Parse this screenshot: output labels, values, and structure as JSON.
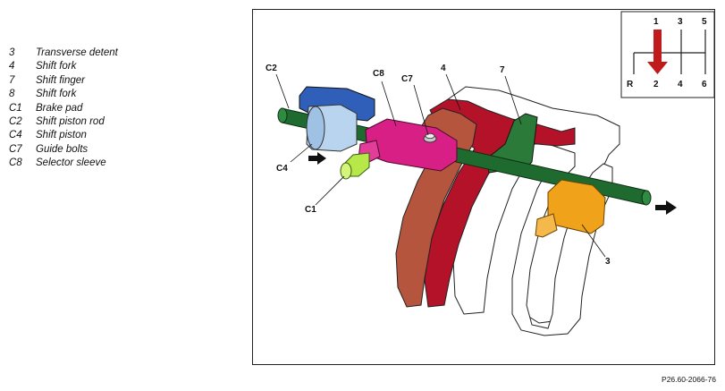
{
  "legend": [
    {
      "code": "3",
      "text": "Transverse detent"
    },
    {
      "code": "4",
      "text": "Shift fork"
    },
    {
      "code": "7",
      "text": "Shift finger"
    },
    {
      "code": "8",
      "text": "Shift fork"
    },
    {
      "code": "C1",
      "text": "Brake pad"
    },
    {
      "code": "C2",
      "text": "Shift piston rod"
    },
    {
      "code": "C4",
      "text": "Shift piston"
    },
    {
      "code": "C7",
      "text": "Guide bolts"
    },
    {
      "code": "C8",
      "text": "Selector sleeve"
    }
  ],
  "figure": {
    "callouts": {
      "c2": "C2",
      "c8": "C8",
      "c7": "C7",
      "fork4": "4",
      "finger7": "7",
      "c4": "C4",
      "c1": "C1",
      "detent3": "3"
    },
    "gate": {
      "top": [
        "1",
        "3",
        "5"
      ],
      "bottom": [
        "R",
        "2",
        "4",
        "6"
      ]
    }
  },
  "reference": "P26.60-2066-76",
  "colors": {
    "rod": "#1f6b2f",
    "blue_piston": "#2f5fb8",
    "light_blue": "#b8d4ee",
    "magenta": "#d81f86",
    "fork_red": "#b31229",
    "fork_brown": "#b5553e",
    "finger_green": "#2c7a3a",
    "lime": "#b6e84a",
    "detent_orange": "#efa21a",
    "gate_arrow": "#c01a1a"
  }
}
